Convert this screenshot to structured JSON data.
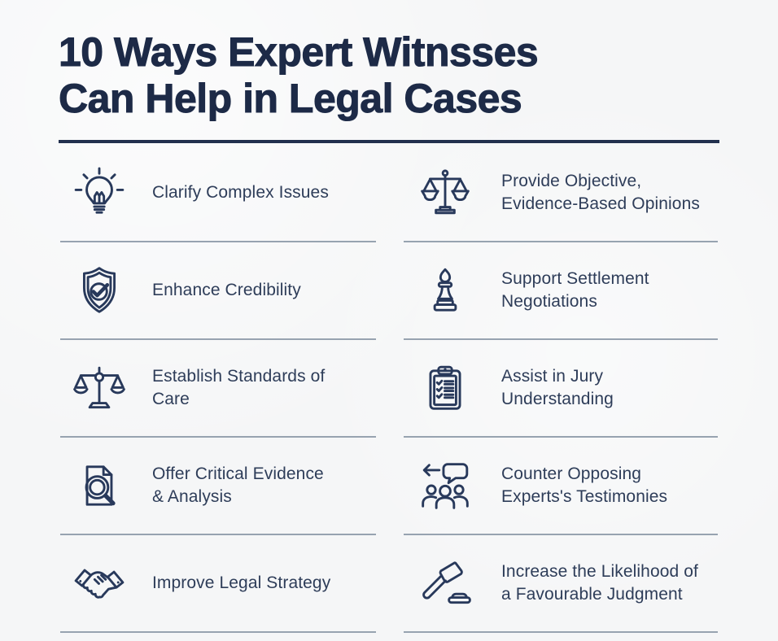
{
  "page": {
    "title_line1": "10 Ways Expert Witnsses",
    "title_line2": "Can Help in Legal Cases"
  },
  "colors": {
    "background": "#f5f6f7",
    "title": "#1d2a47",
    "rule": "#22304e",
    "item_text": "#2e3d59",
    "icon_stroke": "#28395b",
    "divider": "#97a3b0"
  },
  "items": [
    {
      "label": "Clarify Complex Issues",
      "icon": "lightbulb-icon"
    },
    {
      "label": "Provide Objective,\nEvidence-Based Opinions",
      "icon": "scales-of-justice-icon"
    },
    {
      "label": "Enhance Credibility",
      "icon": "shield-check-icon"
    },
    {
      "label": "Support Settlement\nNegotiations",
      "icon": "chess-pawn-icon"
    },
    {
      "label": "Establish Standards of\nCare",
      "icon": "balance-scale-icon"
    },
    {
      "label": "Assist in Jury\nUnderstanding",
      "icon": "checklist-clipboard-icon"
    },
    {
      "label": "Offer Critical Evidence\n& Analysis",
      "icon": "document-magnifier-icon"
    },
    {
      "label": "Counter Opposing\nExperts's Testimonies",
      "icon": "people-speech-arrow-icon"
    },
    {
      "label": "Improve Legal Strategy",
      "icon": "handshake-icon"
    },
    {
      "label": "Increase the Likelihood of\na Favourable Judgment",
      "icon": "gavel-icon"
    }
  ]
}
